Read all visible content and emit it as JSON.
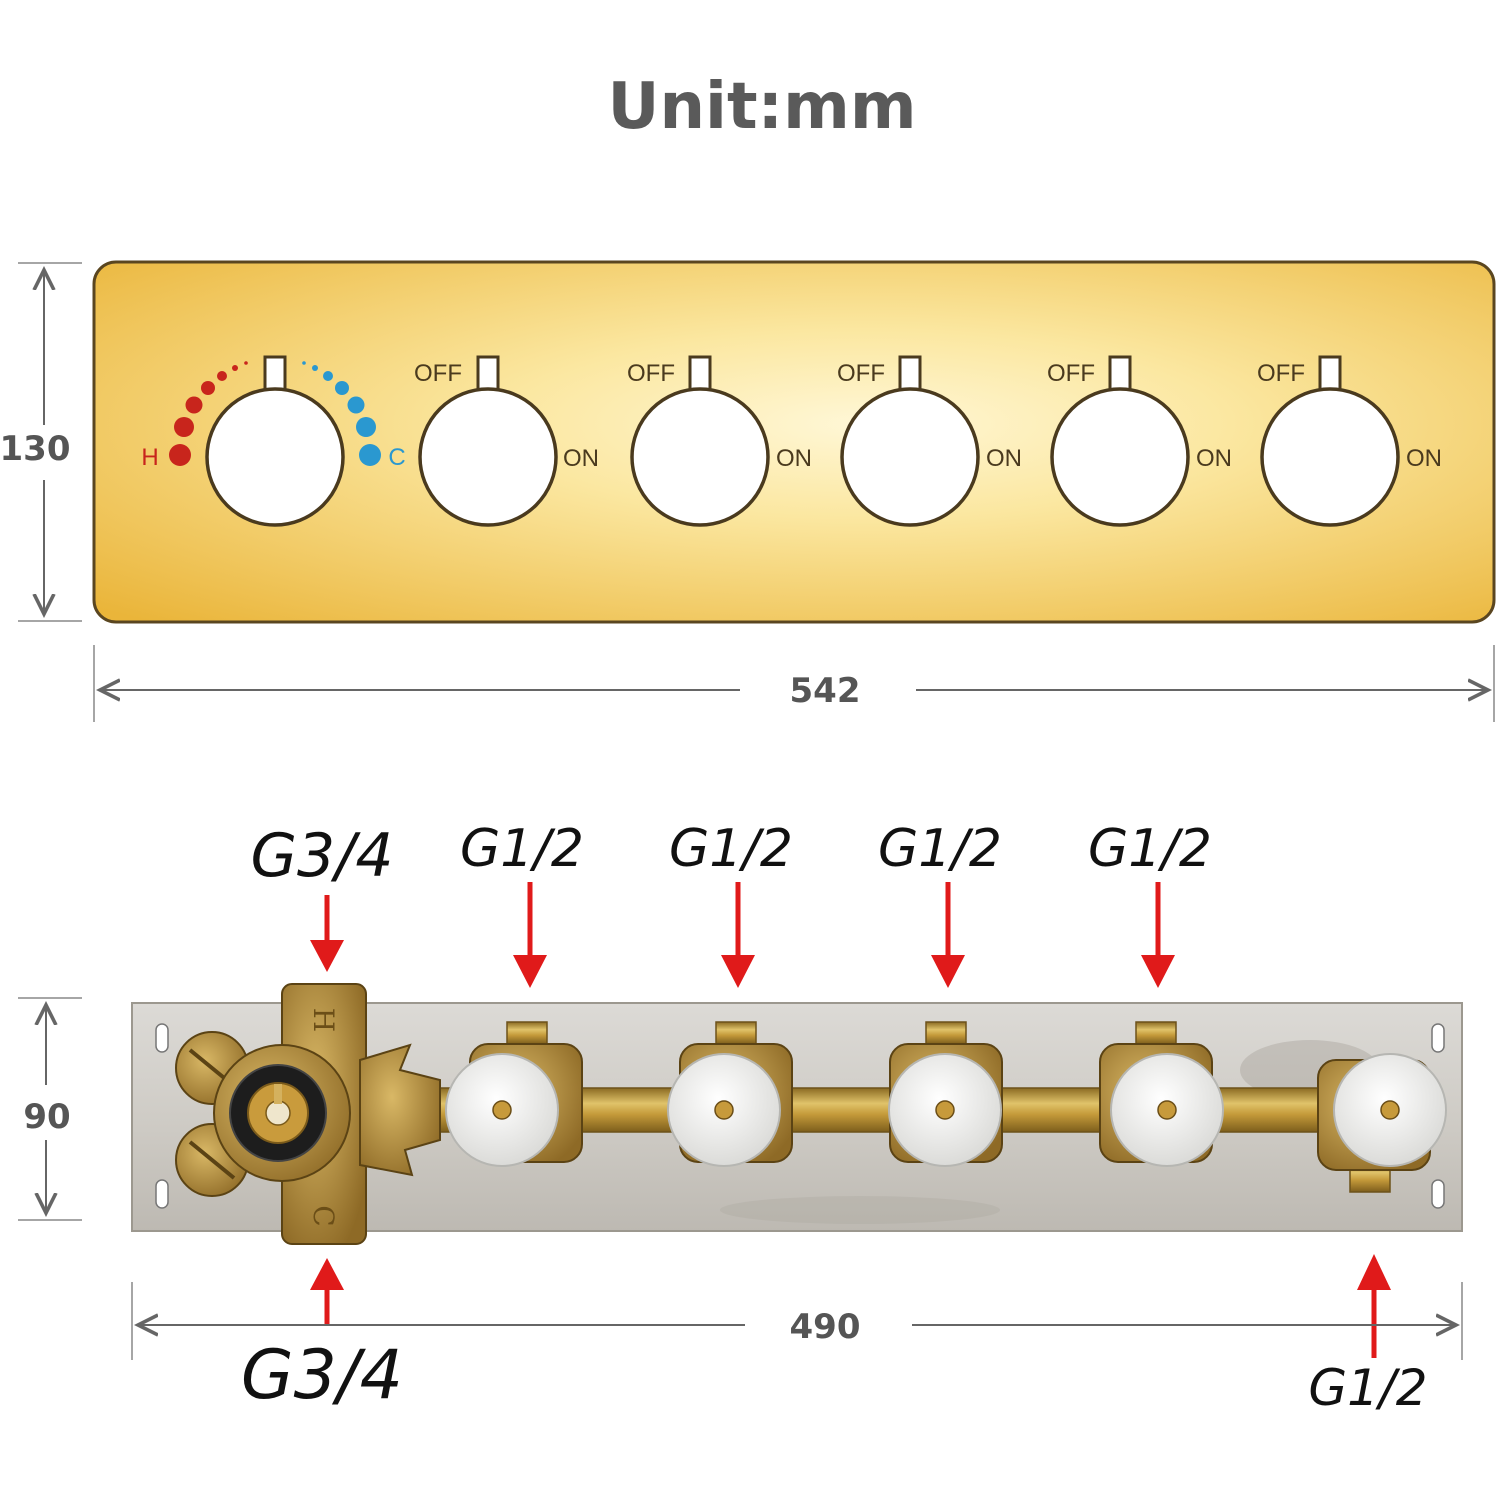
{
  "title": "Unit:mm",
  "panel": {
    "height_label": "130",
    "width_label": "542",
    "thermostat": {
      "hot_label": "H",
      "cold_label": "C",
      "hot_color": "#c8251c",
      "cold_color": "#2a98d0"
    },
    "valve_off_label": "OFF",
    "valve_on_label": "ON",
    "valve_count": 5,
    "plate_color": "#f0c341",
    "outline_color": "#5a4620"
  },
  "body": {
    "height_label": "90",
    "width_label": "490",
    "inlet_top_label": "G3/4",
    "inlet_bottom_label": "G3/4",
    "outlet_labels": [
      "G1/2",
      "G1/2",
      "G1/2",
      "G1/2"
    ],
    "bottom_outlet_label": "G1/2",
    "arrow_color": "#e01a1a",
    "brass_color": "#c49a3a",
    "plate_color": "#c9c6c0"
  }
}
